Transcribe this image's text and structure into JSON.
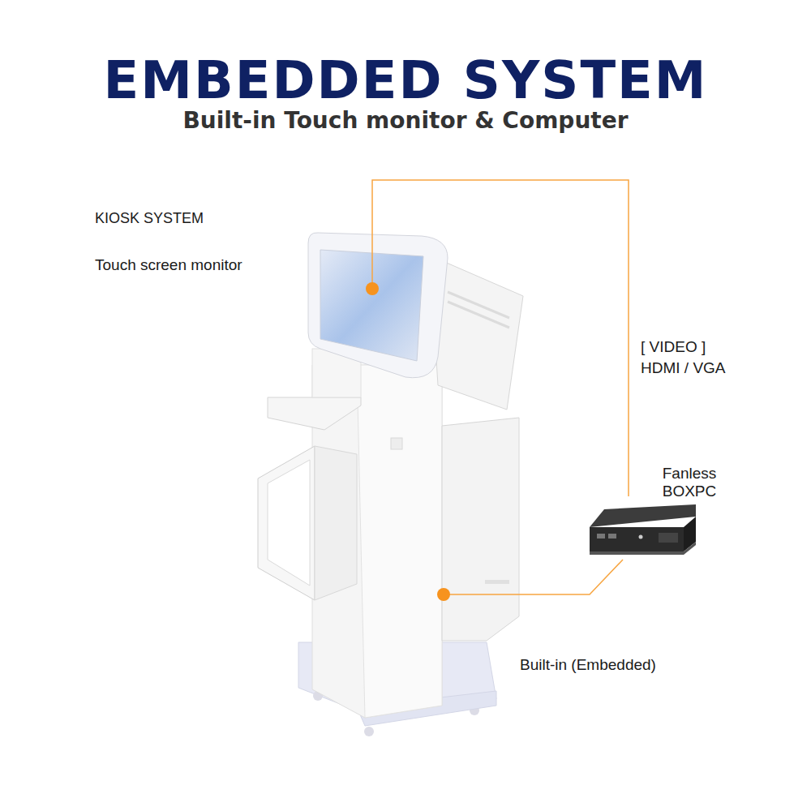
{
  "diagram": {
    "title": "EMBEDDED SYSTEM",
    "labels": [
      "Built-in Touch monitor & Computer",
      "KIOSK SYSTEM",
      "Touch screen monitor",
      "[ VIDEO ]",
      "HDMI / VGA",
      "Fanless BOXPC",
      "Built-in (Embedded)"
    ]
  }
}
